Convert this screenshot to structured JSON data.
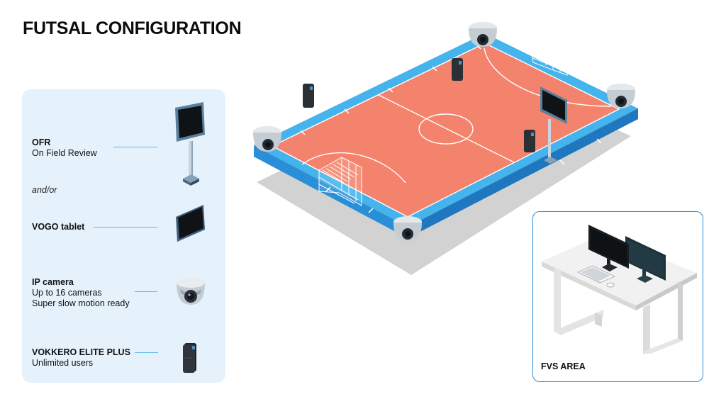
{
  "title": "FUTSAL CONFIGURATION",
  "legend": {
    "items": [
      {
        "name": "OFR",
        "description": "On Field Review"
      },
      {
        "name": "and/or"
      },
      {
        "name": "VOGO tablet"
      },
      {
        "name": "IP camera",
        "lines": [
          "Up to 16 cameras",
          "Super slow motion ready"
        ]
      },
      {
        "name": "VOKKERO ELITE PLUS",
        "description": "Unlimited users"
      }
    ]
  },
  "fvs": {
    "label": "FVS AREA"
  },
  "colors": {
    "court": "#f4836d",
    "court_border": "#3ab0ec",
    "shadow": "#c8c8c8",
    "panel": "#e6f2fb",
    "accent": "#2b8fd8"
  }
}
